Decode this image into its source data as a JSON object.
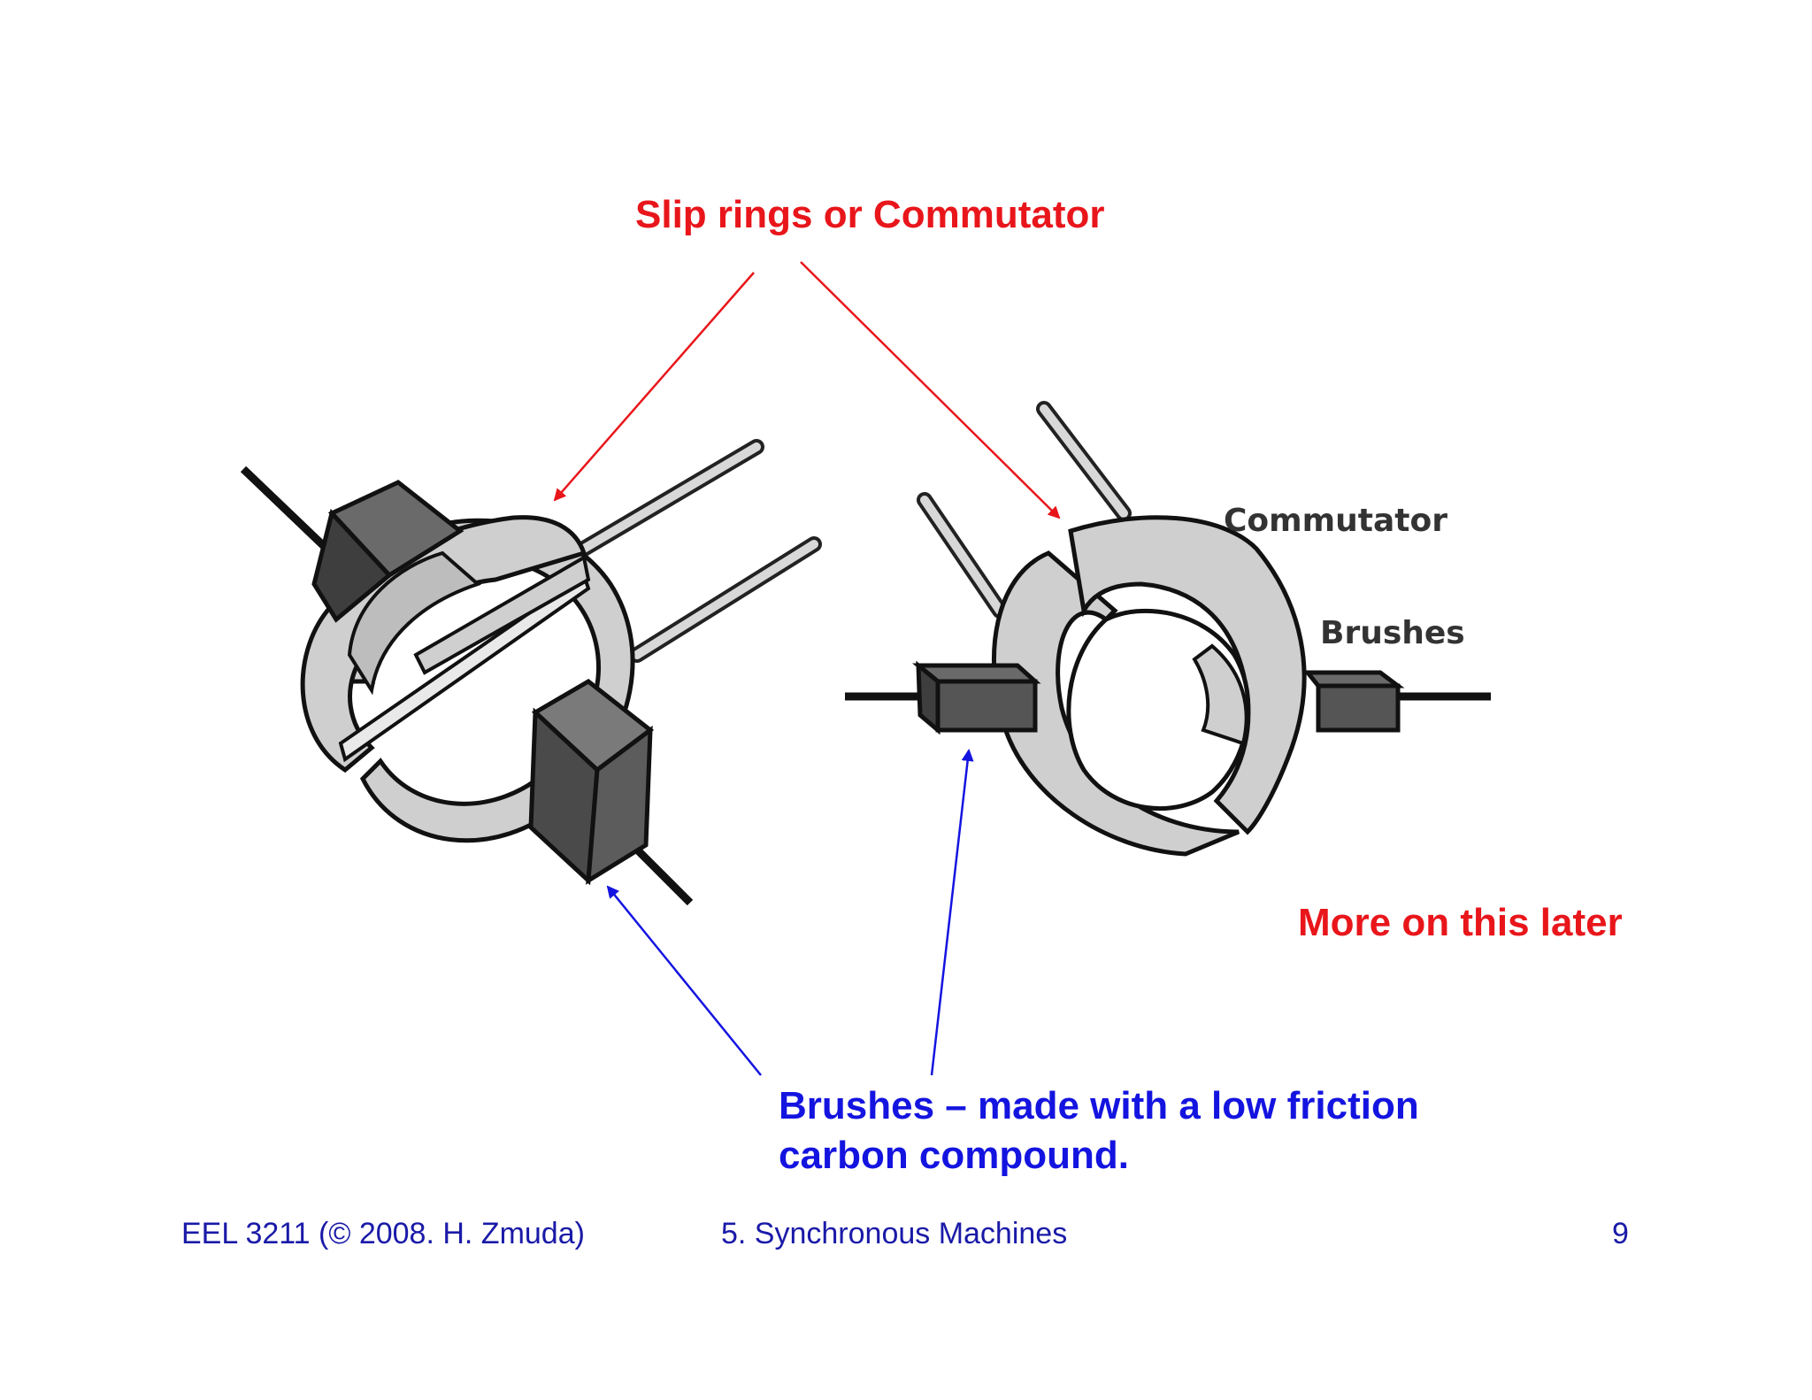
{
  "callouts": {
    "slip_rings": "Slip rings or Commutator",
    "more_later": "More on this later",
    "brushes_line1": "Brushes – made with a low friction",
    "brushes_line2": "carbon compound."
  },
  "figure_labels": {
    "commutator": "Commutator",
    "brushes": "Brushes"
  },
  "footer": {
    "course": "EEL 3211 (© 2008. H. Zmuda)",
    "chapter": "5. Synchronous Machines",
    "page": "9"
  },
  "colors": {
    "red": "#e8161b",
    "blue": "#1414e0",
    "footer": "#1a1aa8",
    "ring_fill": "#cfcfcf",
    "brush_fill": "#5a5a5a"
  }
}
